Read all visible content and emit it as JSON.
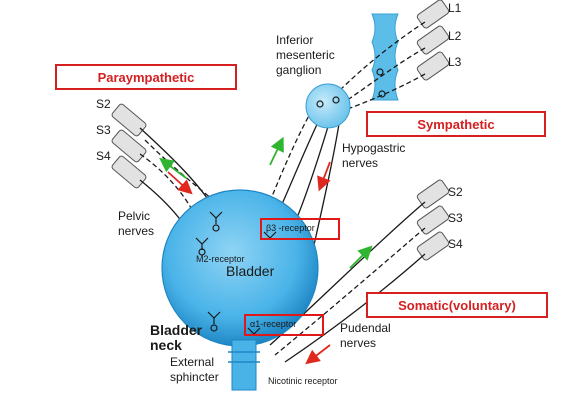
{
  "colors": {
    "bladder": "#49b3e8",
    "bladder_dark": "#1f86c4",
    "tube": "#d9d9d9",
    "nerve": "#1a1a1a",
    "box_border": "#d42020",
    "arrow_green": "#2fb52f",
    "arrow_red": "#e0281f"
  },
  "titles": {
    "parasympathetic": "Paraympathetic",
    "sympathetic": "Sympathetic",
    "somatic": "Somatic(voluntary)"
  },
  "spinal_roots": {
    "lumbar": [
      "L1",
      "L2",
      "L3"
    ],
    "sacral_left": [
      "S2",
      "S3",
      "S4"
    ],
    "sacral_right": [
      "S2",
      "S3",
      "S4"
    ]
  },
  "labels": {
    "ganglion_line1": "Inferior",
    "ganglion_line2": "mesenteric",
    "ganglion_line3": "ganglion",
    "hypogastric_line1": "Hypogastric",
    "hypogastric_line2": "nerves",
    "pelvic_line1": "Pelvic",
    "pelvic_line2": "nerves",
    "m2_receptor": "M2-receptor",
    "bladder": "Bladder",
    "bladder_neck_line1": "Bladder",
    "bladder_neck_line2": "neck",
    "external_line1": "External",
    "external_line2": "sphincter",
    "pudendal_line1": "Pudendal",
    "pudendal_line2": "nerves",
    "nicotinic": "Nicotinic receptor",
    "beta_receptor": "β3 -receptor",
    "alpha_receptor": "α1-receptor"
  }
}
